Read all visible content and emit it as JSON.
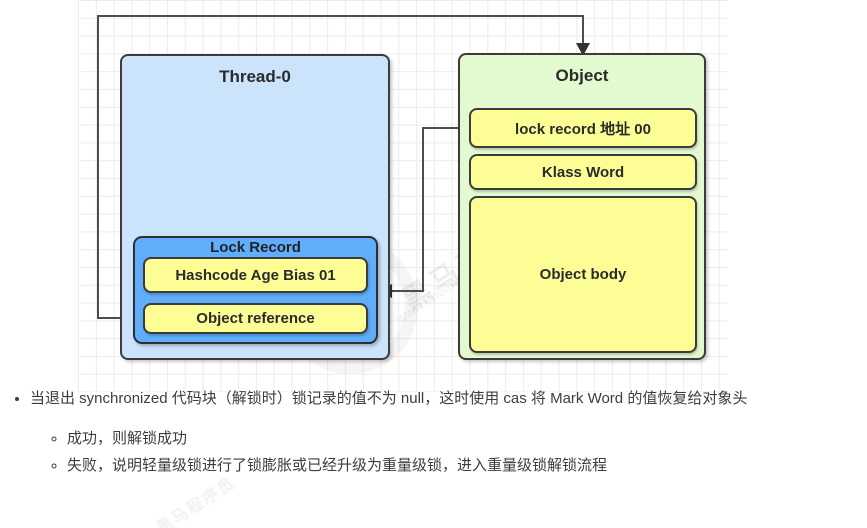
{
  "watermark": {
    "brand": "黑马程序员",
    "site": "www.itheima.com"
  },
  "diagram": {
    "thread_box": {
      "title": "Thread-0"
    },
    "lock_record_box": {
      "title": "Lock Record",
      "rows": [
        "Hashcode Age Bias 01",
        "Object reference"
      ]
    },
    "object_box": {
      "title": "Object",
      "rows": [
        "lock record 地址 00",
        "Klass Word",
        "Object body"
      ]
    },
    "colors": {
      "thread_fill": "#cce4fb",
      "lock_record_fill": "#5fadfb",
      "row_fill": "#fdfd96",
      "object_fill": "#e3fad0",
      "connector_line": "#4d4d4d"
    }
  },
  "notes": {
    "bullet_1": "当退出 synchronized 代码块（解锁时）锁记录的值不为 null，这时使用 cas 将 Mark Word 的值恢复给对象头",
    "sub_bullets": [
      "成功，则解锁成功",
      "失败，说明轻量级锁进行了锁膨胀或已经升级为重量级锁，进入重量级锁解锁流程"
    ]
  }
}
